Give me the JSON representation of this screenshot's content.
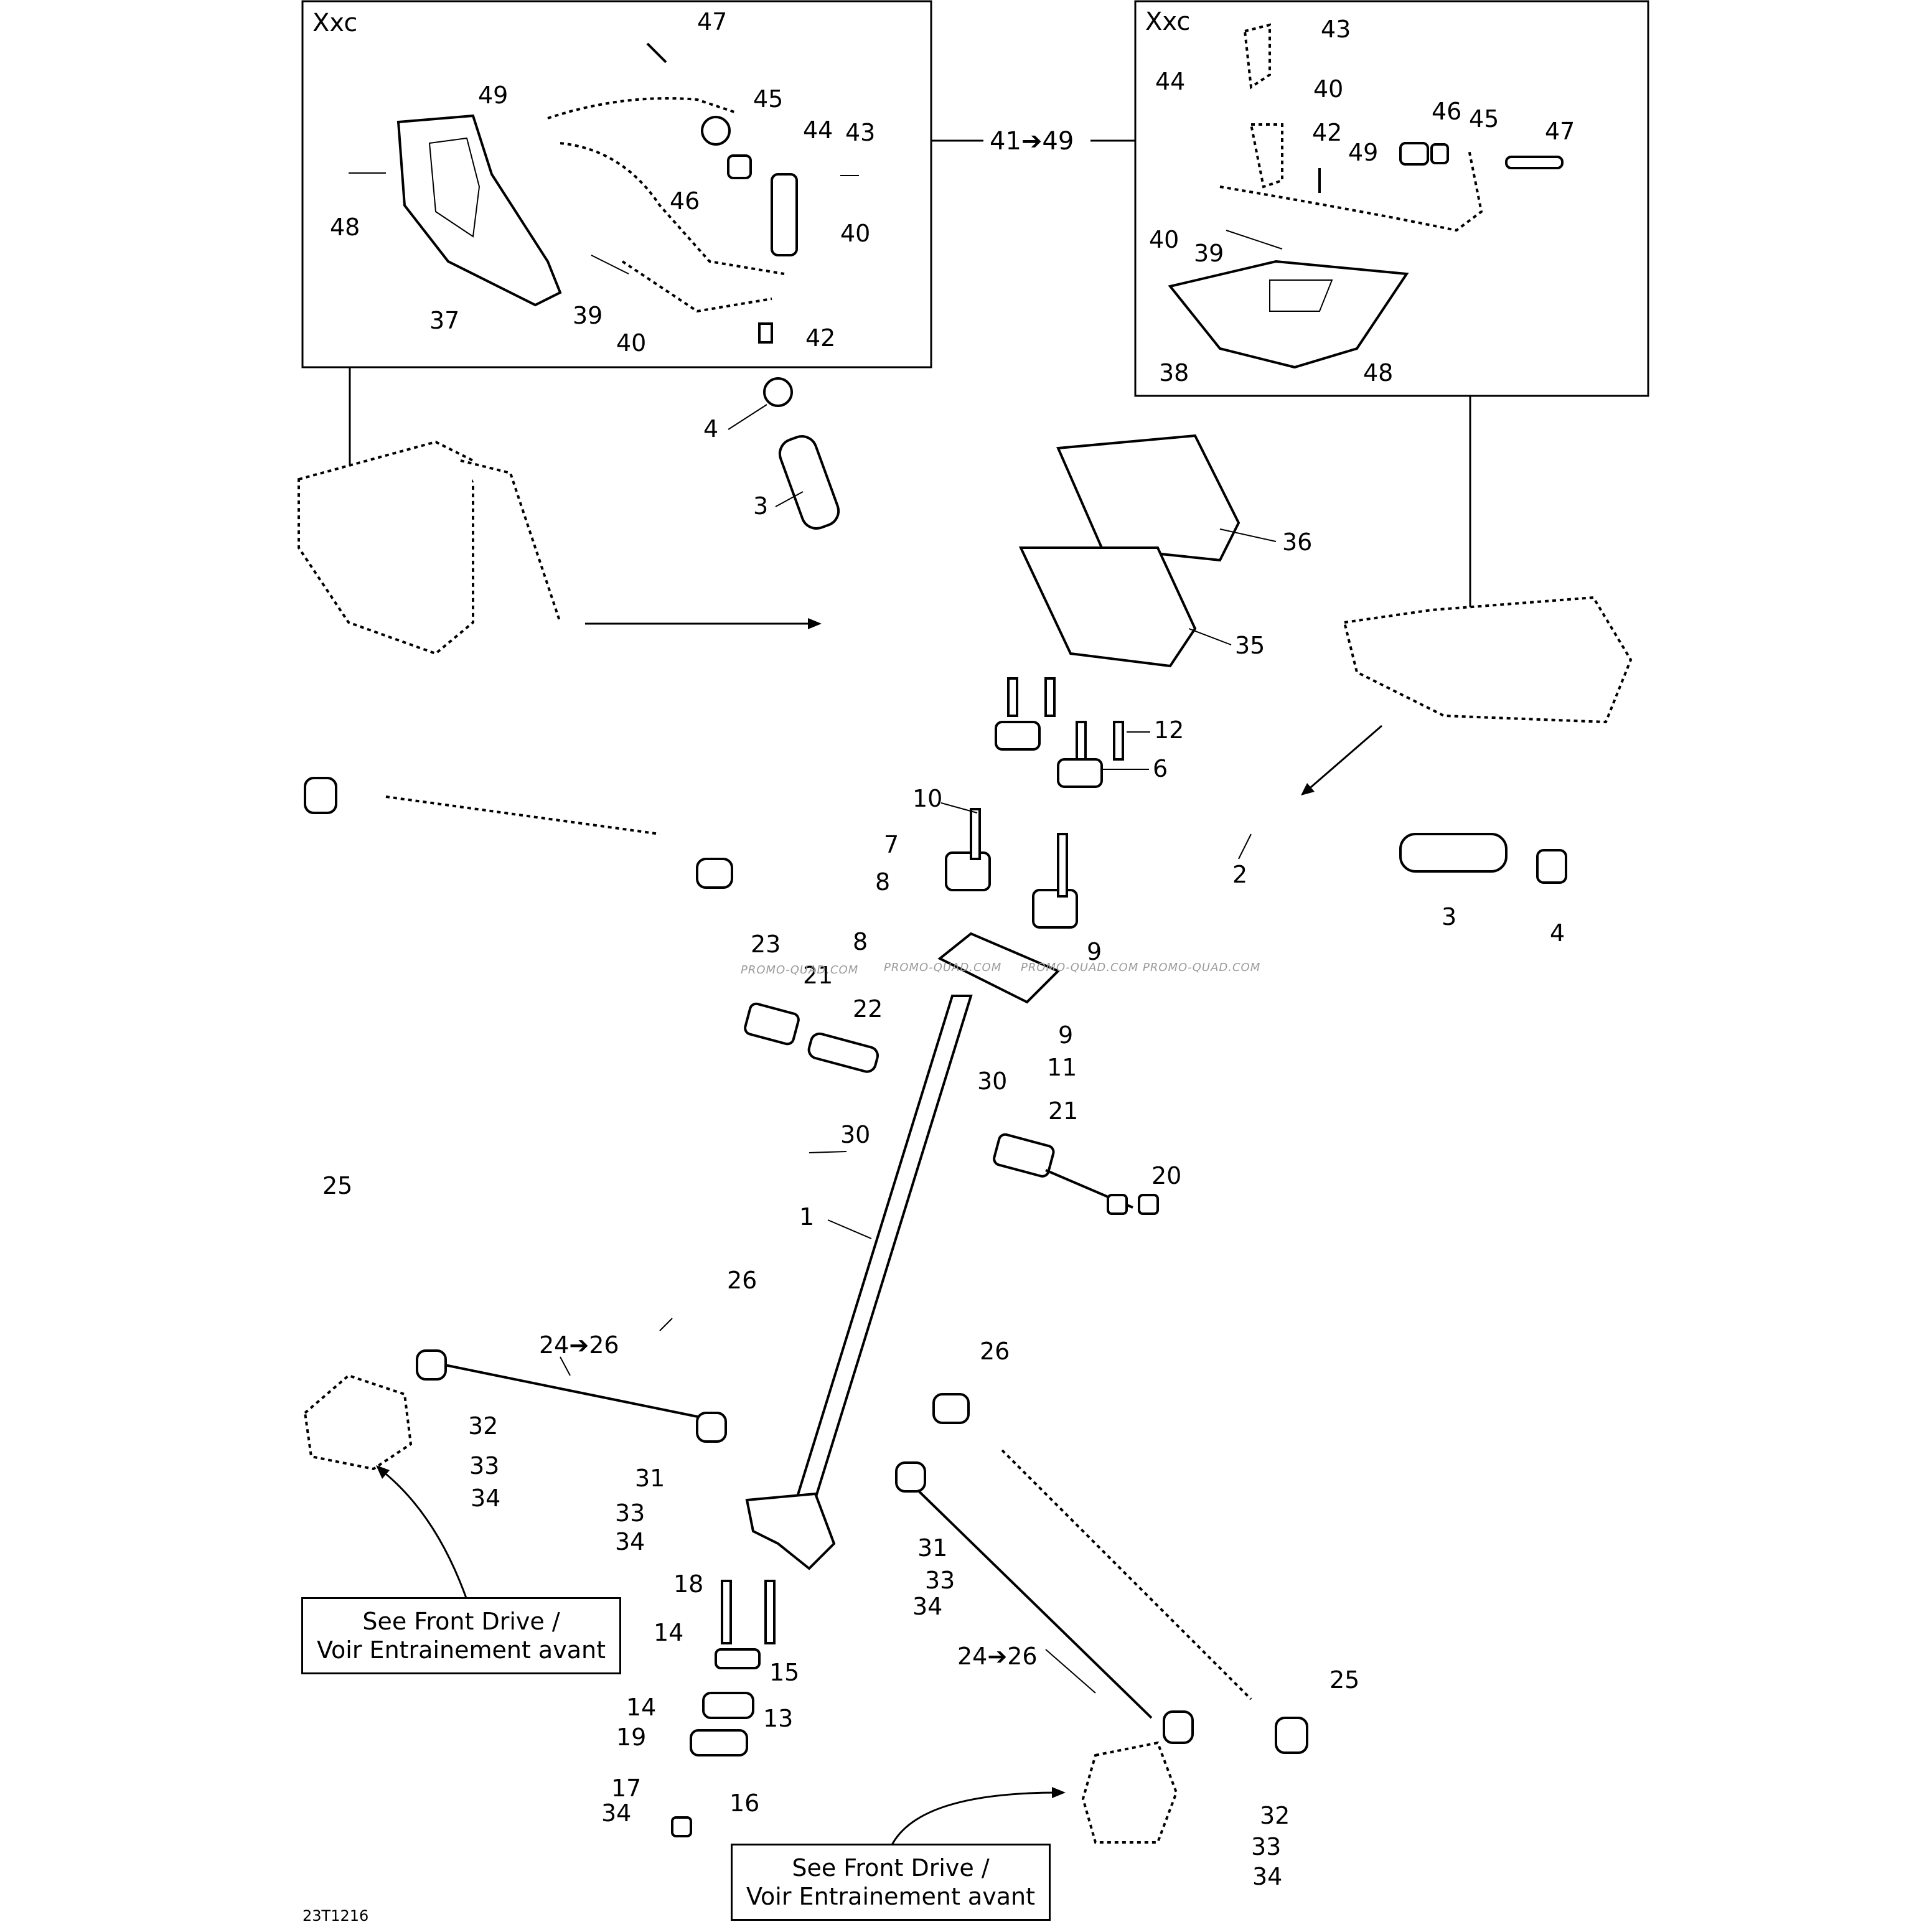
{
  "insets": {
    "left": {
      "title": "Xxc"
    },
    "right": {
      "title": "Xxc"
    },
    "range_label": "41➔49"
  },
  "part_labels": {
    "left_inset": [
      "47",
      "49",
      "45",
      "44",
      "43",
      "46",
      "48",
      "40",
      "37",
      "39",
      "40",
      "42"
    ],
    "right_inset": [
      "43",
      "44",
      "40",
      "46",
      "45",
      "47",
      "42",
      "49",
      "40",
      "39",
      "38",
      "48"
    ],
    "main": [
      "4",
      "3",
      "36",
      "35",
      "12",
      "6",
      "10",
      "2",
      "7",
      "3",
      "4",
      "8",
      "23",
      "8",
      "9",
      "21",
      "22",
      "9",
      "11",
      "30",
      "30",
      "21",
      "20",
      "1",
      "25",
      "26",
      "24➔26",
      "32",
      "33",
      "34",
      "31",
      "33",
      "34",
      "26",
      "31",
      "33",
      "34",
      "18",
      "14",
      "15",
      "14",
      "13",
      "19",
      "17",
      "16",
      "34",
      "24➔26",
      "25",
      "32",
      "33",
      "34"
    ]
  },
  "notes": {
    "front_drive_left": {
      "line1": "See Front Drive /",
      "line2": "Voir Entrainement avant"
    },
    "front_drive_right": {
      "line1": "See Front Drive /",
      "line2": "Voir Entrainement avant"
    }
  },
  "watermark": "PROMO-QUAD.COM",
  "reference_code": "23T1216"
}
